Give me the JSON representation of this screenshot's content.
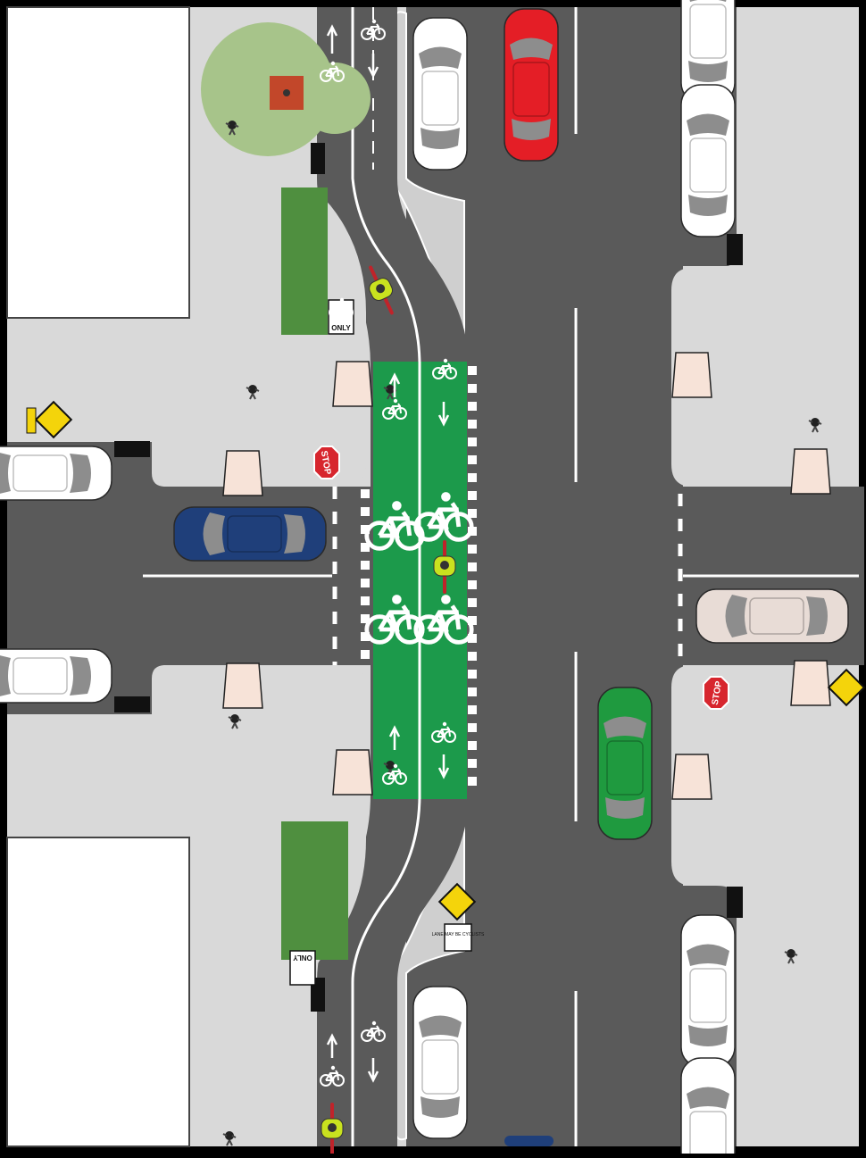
{
  "diagram": {
    "background_color": "#000000",
    "sidewalk_color": "#d9d9d9",
    "road_color": "#5a5a5a",
    "bike_lane_color": "#1c9a4b",
    "building_color": "#ffffff",
    "planter_color": "#4f8f3f",
    "tree_color": "#a7c48a"
  },
  "signs": {
    "stop_left": "STOP",
    "stop_right": "STOP",
    "only_top": "ONLY",
    "only_bottom": "ONLY",
    "yield_text": "LANE MAY BE CYCLISTS",
    "warning_icon": "bicycle-crossing-icon",
    "turn_icon": "curve-arrow-icon"
  },
  "vehicles": [
    {
      "name": "red-car",
      "color": "#e41e26"
    },
    {
      "name": "blue-car",
      "color": "#1f3f7a"
    },
    {
      "name": "green-car",
      "color": "#1f9a3f"
    },
    {
      "name": "white-car",
      "color": "#ffffff"
    },
    {
      "name": "beige-car",
      "color": "#e8dcd6"
    }
  ],
  "people": {
    "cyclist_jersey": "#c9e21f",
    "cyclist_bike": "#c0232a",
    "pedestrian_icon": "pedestrian-icon",
    "cyclist_icon": "cyclist-icon"
  }
}
